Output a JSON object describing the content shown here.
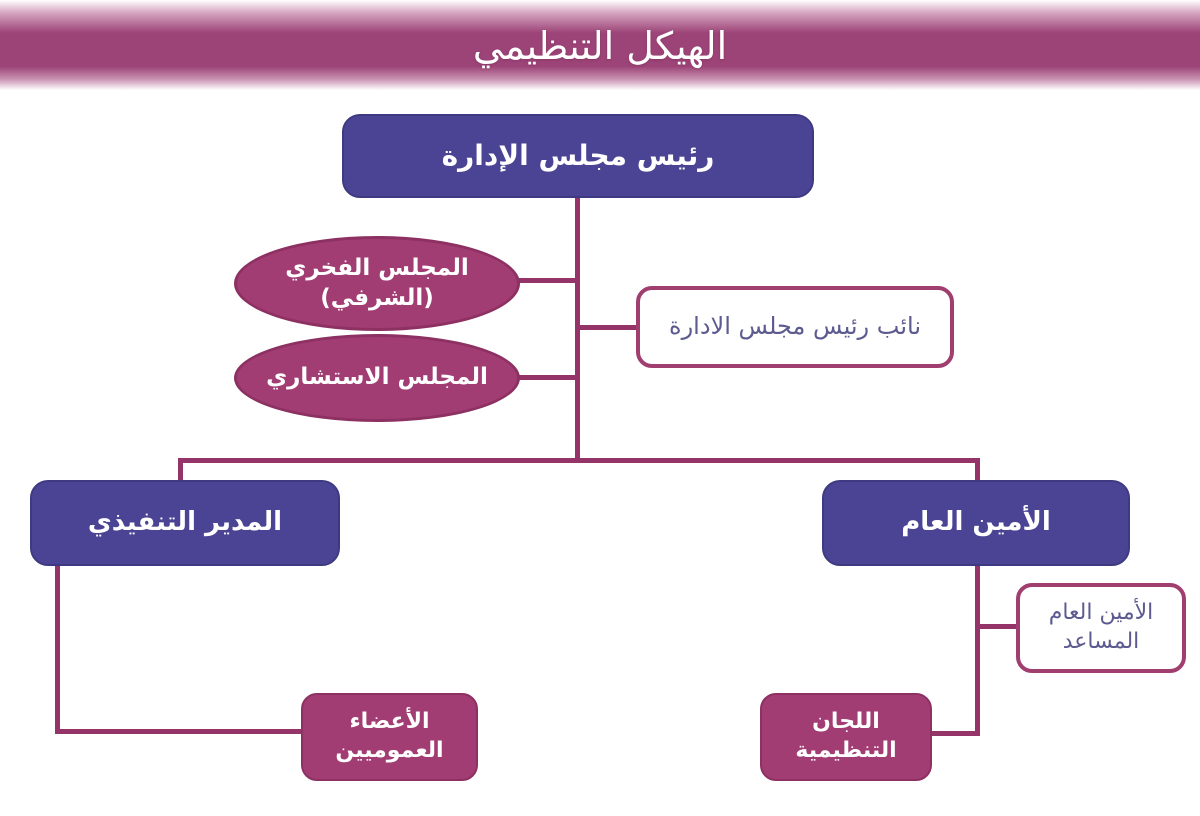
{
  "header": {
    "title": "الهيكل التنظيمي"
  },
  "nodes": {
    "chairman": {
      "label": "رئيس مجلس الإدارة"
    },
    "honorary_council": {
      "line1": "المجلس الفخري",
      "line2": "(الشرفي)"
    },
    "advisory_council": {
      "label": "المجلس الاستشاري"
    },
    "vice_chairman": {
      "label": "نائب رئيس مجلس الادارة"
    },
    "executive_director": {
      "label": "المدير التنفيذي"
    },
    "secretary_general": {
      "label": "الأمين العام"
    },
    "assistant_secretary_general": {
      "line1": "الأمين العام",
      "line2": "المساعد"
    },
    "general_members": {
      "line1": "الأعضاء",
      "line2": "العموميين"
    },
    "organizational_committees": {
      "line1": "اللجان",
      "line2": "التنظيمية"
    }
  },
  "colors": {
    "purple_box": "#4b4495",
    "magenta_fill": "#a23d73",
    "connector": "#943468",
    "white_box_border": "#a03e70",
    "white_box_text": "#5c5a8e",
    "header_mid": "#9c4377"
  }
}
